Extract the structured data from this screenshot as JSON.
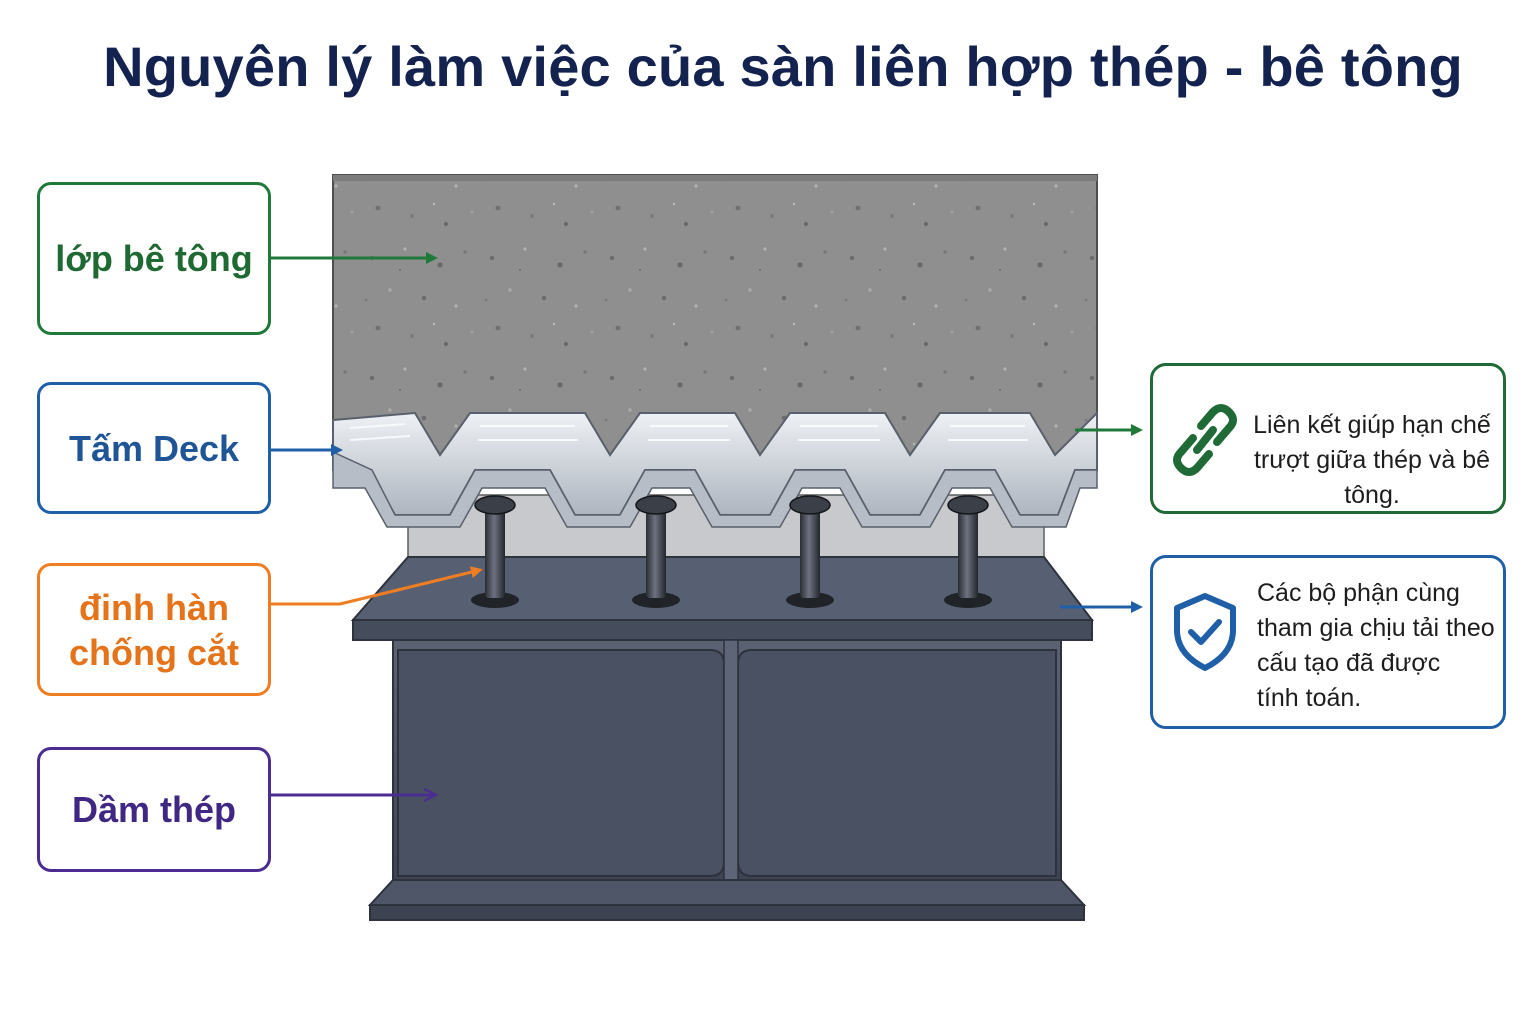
{
  "title": "Nguyên lý làm việc của sàn liên hợp thép - bê tông",
  "labels": {
    "concrete": "lớp bê tông",
    "deck": "Tấm Deck",
    "stud": "đinh hàn\nchống cắt",
    "beam": "Dầm thép"
  },
  "info": {
    "link": {
      "icon": "chain-link-icon",
      "text": "Liên kết giúp hạn chế\ntrượt giữa thép và bê tông."
    },
    "shield": {
      "icon": "shield-check-icon",
      "text": "Các bộ phận cùng\ntham gia chịu tải theo\ncấu tạo đã được\ntính toán."
    }
  },
  "colors": {
    "title": "#13224f",
    "concrete_label": "#1f7a3a",
    "deck_label": "#1f5fa8",
    "stud_label": "#ef7d22",
    "beam_label": "#4b2d91",
    "concrete": "#8a8a8a",
    "deck": "#c9ced6",
    "steel": "#4b5263"
  }
}
